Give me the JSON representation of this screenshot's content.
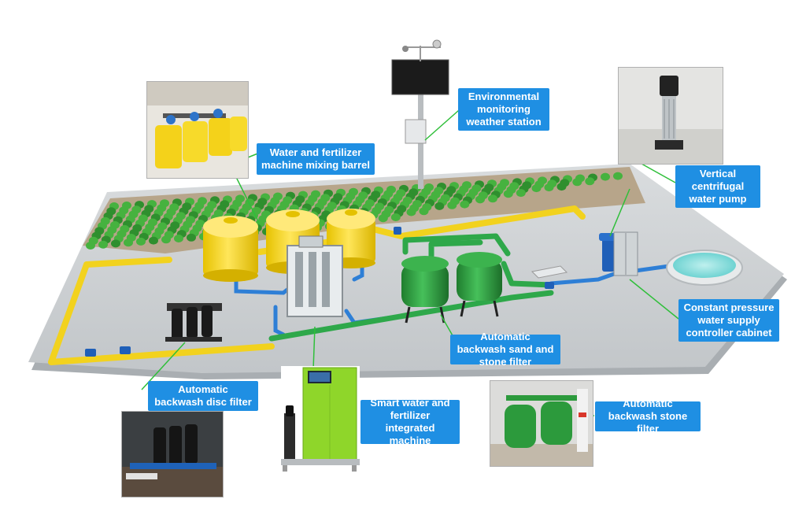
{
  "labels": {
    "mixing_barrel": "Water and fertilizer machine mixing barrel",
    "weather_station": "Environmental monitoring weather station",
    "centrifugal_pump": "Vertical centrifugal water pump",
    "controller_cabinet": "Constant pressure water supply controller cabinet",
    "sand_stone_filter": "Automatic backwash sand and stone filter",
    "disc_filter": "Automatic backwash disc filter",
    "integrated_machine": "Smart water and fertilizer integrated machine",
    "stone_filter": "Automatic backwash stone filter"
  },
  "weather_display": {
    "row1": "",
    "row2": "",
    "row3": ""
  },
  "colors": {
    "label_bg": "#1f8fe3",
    "pipe_yellow": "#f2d21e",
    "pipe_green": "#2ea84a",
    "pipe_blue": "#2e7fd6",
    "tank_yellow": "#f7d51d",
    "filter_green": "#2c9a3c",
    "machine_green": "#8fd62a",
    "crop_green": "#3ea33a",
    "ground": "#cfd3d6",
    "leader_line": "#2fbf3a"
  }
}
